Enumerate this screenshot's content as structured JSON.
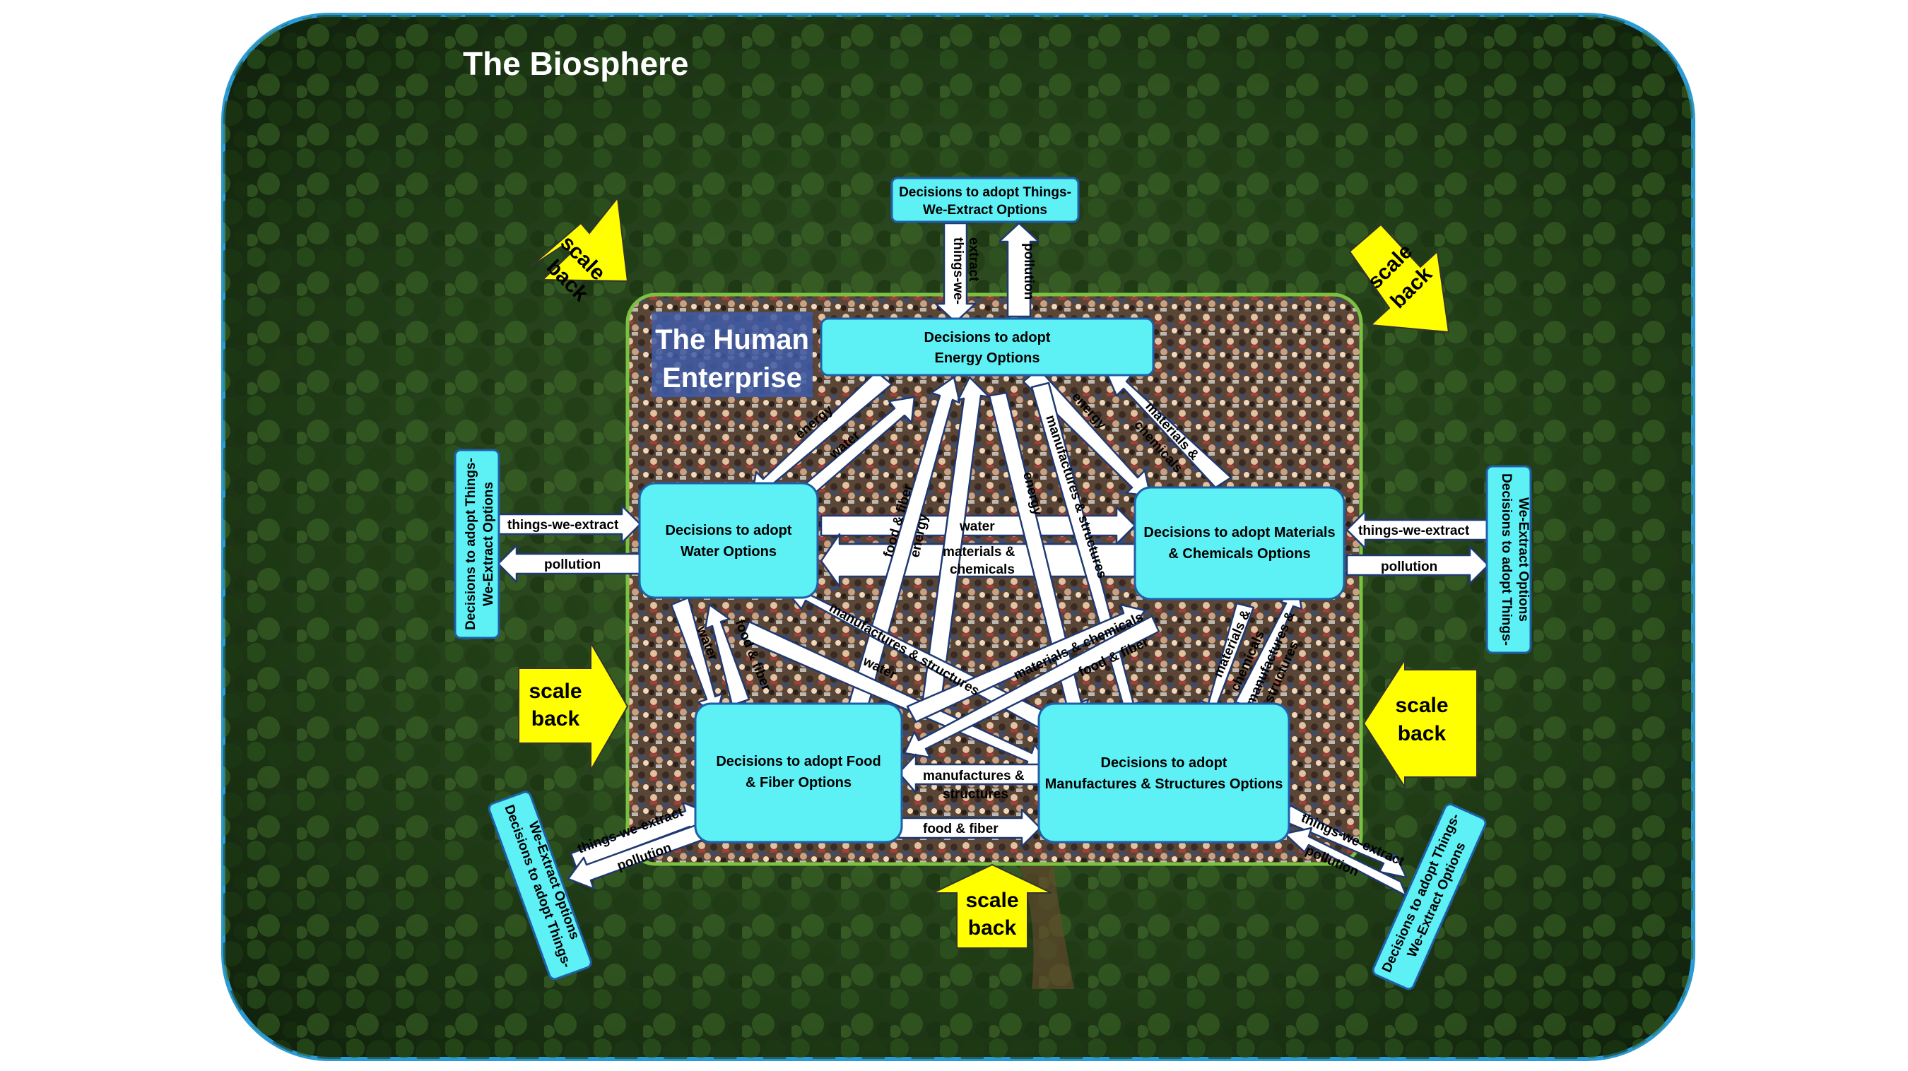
{
  "biosphere": {
    "title": "The Biosphere"
  },
  "human_enterprise": {
    "title_line1": "The Human",
    "title_line2": "Enterprise"
  },
  "boxes": {
    "energy": {
      "line1": "Decisions to adopt",
      "line2": "Energy Options"
    },
    "water": {
      "line1": "Decisions to adopt",
      "line2": "Water Options"
    },
    "materials": {
      "line1": "Decisions to adopt Materials",
      "line2": "& Chemicals Options"
    },
    "food": {
      "line1": "Decisions to adopt Food",
      "line2": "& Fiber Options"
    },
    "manufactures": {
      "line1": "Decisions to adopt",
      "line2": "Manufactures & Structures Options"
    }
  },
  "extract_boxes": {
    "top": {
      "line1": "Decisions to adopt Things-",
      "line2": "We-Extract Options"
    },
    "left": {
      "line1": "Decisions to adopt Things-",
      "line2": "We-Extract Options"
    },
    "right": {
      "line1": "Decisions to adopt Things-",
      "line2": "We-Extract Options"
    },
    "bottom_left": {
      "line1": "Decisions to adopt Things-",
      "line2": "We-Extract Options"
    },
    "bottom_right": {
      "line1": "Decisions to adopt Things-",
      "line2": "We-Extract Options"
    }
  },
  "flow_labels": {
    "things_we_extract": "things-we-extract",
    "things_we_extract_top_1": "things-we-",
    "things_we_extract_top_2": "extract",
    "pollution": "pollution",
    "energy": "energy",
    "water": "water",
    "food_fiber": "food & fiber",
    "materials_chemicals": "materials & chemicals",
    "materials_1": "materials &",
    "materials_2": "chemicals",
    "manufactures_structures": "manufactures & structures",
    "manufactures_1": "manufactures &",
    "manufactures_2": "structures"
  },
  "scale_back": {
    "line1": "scale",
    "line2": "back"
  },
  "colors": {
    "box_fill": "#5DF0F5",
    "box_stroke": "#1E5FA8",
    "arrow_fill": "#FFFFFF",
    "arrow_stroke": "#1F3A73",
    "scale_back_fill": "#FFFF00",
    "frame_stroke": "#2B9BD6",
    "enterprise_frame": "#7CC242",
    "enterprise_label_bg": "#3E5CA8"
  }
}
